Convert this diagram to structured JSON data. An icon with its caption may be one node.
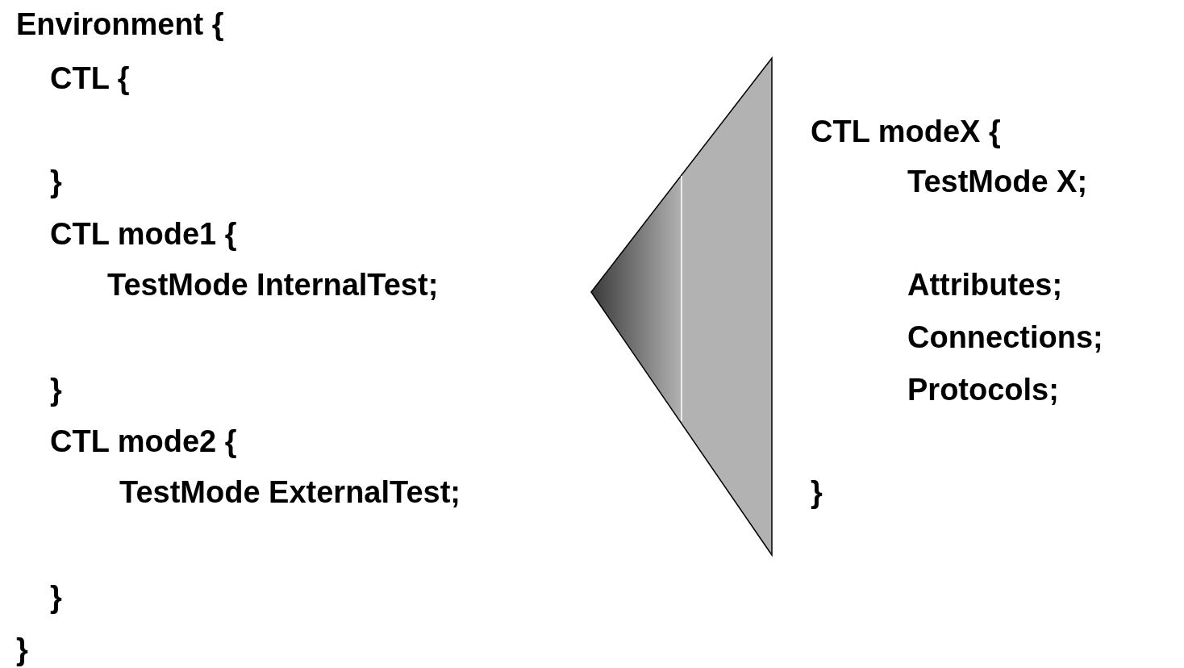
{
  "diagram": {
    "labels": [
      "Environment {",
      "CTL {",
      "}",
      "CTL mode1 {",
      "TestMode InternalTest;",
      "}",
      "CTL mode2 {",
      "TestMode ExternalTest;",
      "}",
      "}",
      "CTL modeX {",
      "TestMode X;",
      "Attributes;",
      "Connections;",
      "Protocols;",
      "}"
    ]
  }
}
